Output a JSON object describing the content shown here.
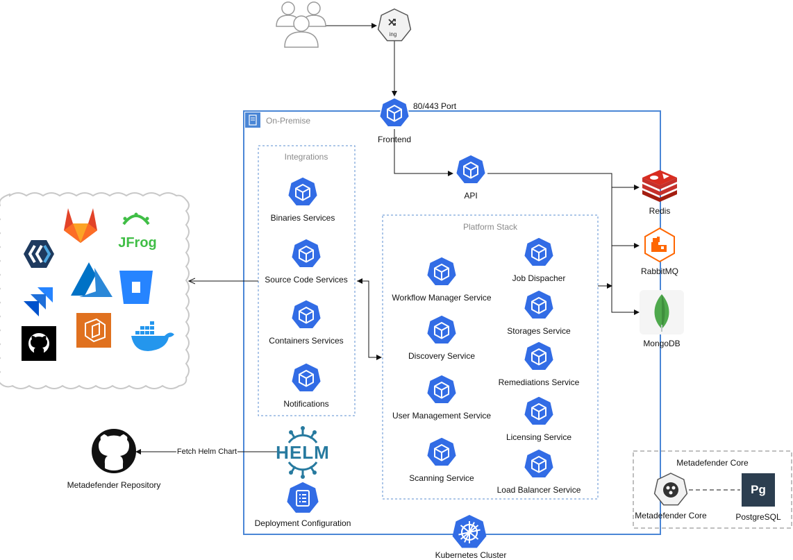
{
  "users_label": "",
  "ingress": {
    "label": "ing"
  },
  "frontend": {
    "label": "Frontend",
    "port_label": "80/443 Port"
  },
  "on_premise": {
    "title": "On-Premise"
  },
  "api": {
    "label": "API"
  },
  "integrations": {
    "title": "Integrations",
    "items": [
      "Binaries Services",
      "Source Code Services",
      "Containers Services",
      "Notifications"
    ]
  },
  "platform_stack": {
    "title": "Platform Stack",
    "left": [
      "Workflow Manager Service",
      "Discovery Service",
      "User Management Service",
      "Scanning Service"
    ],
    "right": [
      "Job Dispacher",
      "Storages Service",
      "Remediations Service",
      "Licensing Service",
      "Load Balancer Service"
    ]
  },
  "datastores": {
    "redis": "Redis",
    "rabbitmq": "RabbitMQ",
    "mongodb": "MongoDB"
  },
  "helm": {
    "logo_text": "HELM",
    "fetch_label": "Fetch Helm Chart"
  },
  "repository": {
    "label": "Metadefender Repository"
  },
  "deployment": {
    "label": "Deployment Configuration"
  },
  "kubernetes": {
    "label": "Kubernetes Cluster"
  },
  "metadefender_core": {
    "group_title": "Metadefender Core",
    "core_label": "Metadefender Core",
    "postgres_label": "PostgreSQL",
    "postgres_logo": "Pg"
  },
  "external_tools": {
    "jfrog_logo": "JFrog",
    "icons": [
      "keycloak-icon",
      "gitlab-icon",
      "jfrog-icon",
      "jira-icon",
      "azure-icon",
      "bitbucket-icon",
      "github-icon",
      "aws-codecommit-icon",
      "docker-icon"
    ]
  },
  "colors": {
    "k8s_blue": "#326ce5",
    "helm_teal": "#277a9f",
    "redis_red": "#c6302b",
    "rabbit_orange": "#ff6600",
    "mongo_green": "#4fa94d"
  }
}
